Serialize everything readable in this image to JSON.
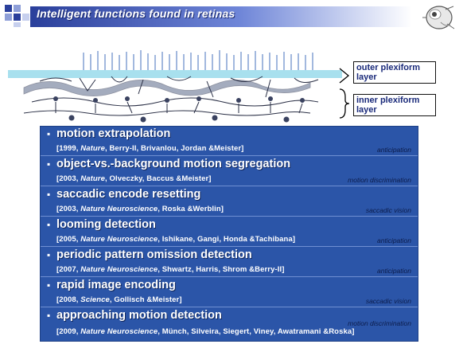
{
  "header": {
    "title": "Intelligent functions found in retinas"
  },
  "figure": {
    "outer_label": "outer plexiform layer",
    "inner_label": "inner plexiform layer"
  },
  "items": [
    {
      "title": "motion extrapolation",
      "ref_pre": "[1999, ",
      "journal": "Nature",
      "ref_post": ", Berry-II, Brivanlou, Jordan &Meister]",
      "category": "anticipation"
    },
    {
      "title": "object-vs.-background motion segregation",
      "ref_pre": "[2003, ",
      "journal": "Nature",
      "ref_post": ", Olveczky, Baccus &Meister]",
      "category": "motion discrimination"
    },
    {
      "title": "saccadic encode resetting",
      "ref_pre": "[2003, ",
      "journal": "Nature Neuroscience",
      "ref_post": ", Roska &Werblin]",
      "category": "saccadic vision"
    },
    {
      "title": "looming detection",
      "ref_pre": "[2005, ",
      "journal": "Nature Neuroscience",
      "ref_post": ", Ishikane, Gangi, Honda &Tachibana]",
      "category": "anticipation"
    },
    {
      "title": "periodic pattern omission detection",
      "ref_pre": "[2007, ",
      "journal": "Nature Neuroscience",
      "ref_post": ", Shwartz, Harris, Shrom &Berry-II]",
      "category": "anticipation"
    },
    {
      "title": "rapid image encoding",
      "ref_pre": "[2008, ",
      "journal": "Science",
      "ref_post": ", Gollisch &Meister]",
      "category": "saccadic vision"
    },
    {
      "title": "approaching motion detection",
      "ref_pre": "[2009, ",
      "journal": "Nature Neuroscience",
      "ref_post": ", Münch, Silveira, Siegert, Viney, Awatramani &Roska]",
      "category": "motion discrimination"
    }
  ],
  "colors": {
    "list_bg": "#2b55a8",
    "title_bar_start": "#2a3f9b",
    "label_text": "#1a2a7a"
  }
}
